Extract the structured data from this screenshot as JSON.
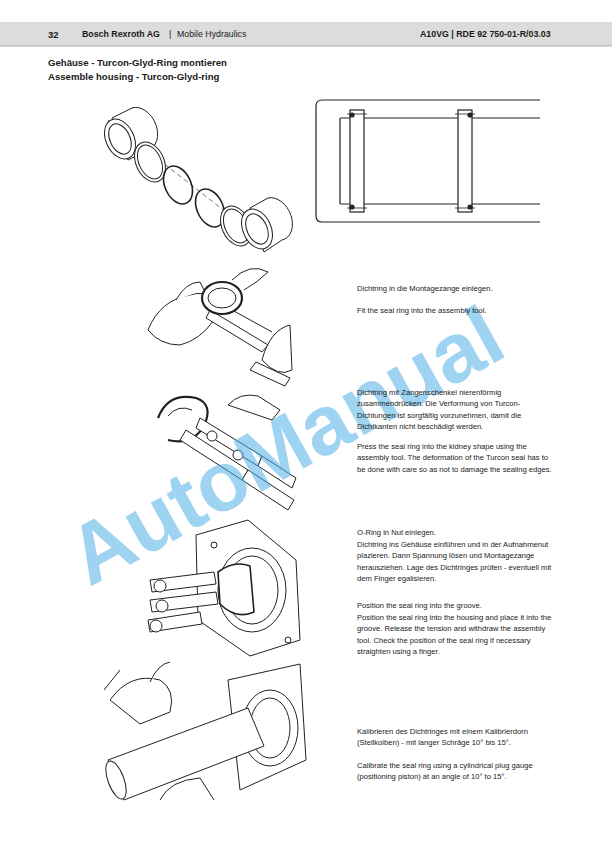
{
  "diagram": {
    "title": "Gehäuse - Turcon-Glyd-Ring montieren",
    "labels": [
      "32",
      "Bosch Rexroth AG",
      "|",
      "Mobile Hydraulics",
      "A10VG | RDE 92 750-01-R/03.03",
      "Assemble housing - Turcon-Glyd-ring",
      "Dichtring in die Montagezange einlegen.",
      "Fit the seal ring into the assembly tool.",
      "Dichtring mit Zangenschenkel nierenförmig zusammendrücken. Die Verformung von Turcon-Dichtungen ist sorgfältig vorzunehmen, damit die Dichtkanten nicht beschädigt werden.",
      "Press the seal ring into the kidney shape using the assembly tool. The deformation of the Turcon seal has to be done with care so as not to damage the sealing edges.",
      "O-Ring in Nut einlegen.",
      "Dichtring ins Gehäuse einführen und in der Aufnahmenut plazieren. Dann Spannung lösen und Montagezange herausziehen. Lage des Dichtringes prüfen - eventuell mit dem Finger egalisieren.",
      "Position the seal ring into the groove.",
      "Position the seal ring into the housing and place it into the groove. Release the tension and withdraw the assembly tool. Check the position of the seal ring if necessary straighten using a finger.",
      "Kalibrieren des Dichtringes mit einem Kalibrierdorn (Stellkolben) - mit langer Schräge 10° bis 15°.",
      "Calibrate the seal ring using a cylindrical plug gauge (positioning piston) at an angle of 10° to 15°.",
      "AutoManual"
    ]
  }
}
